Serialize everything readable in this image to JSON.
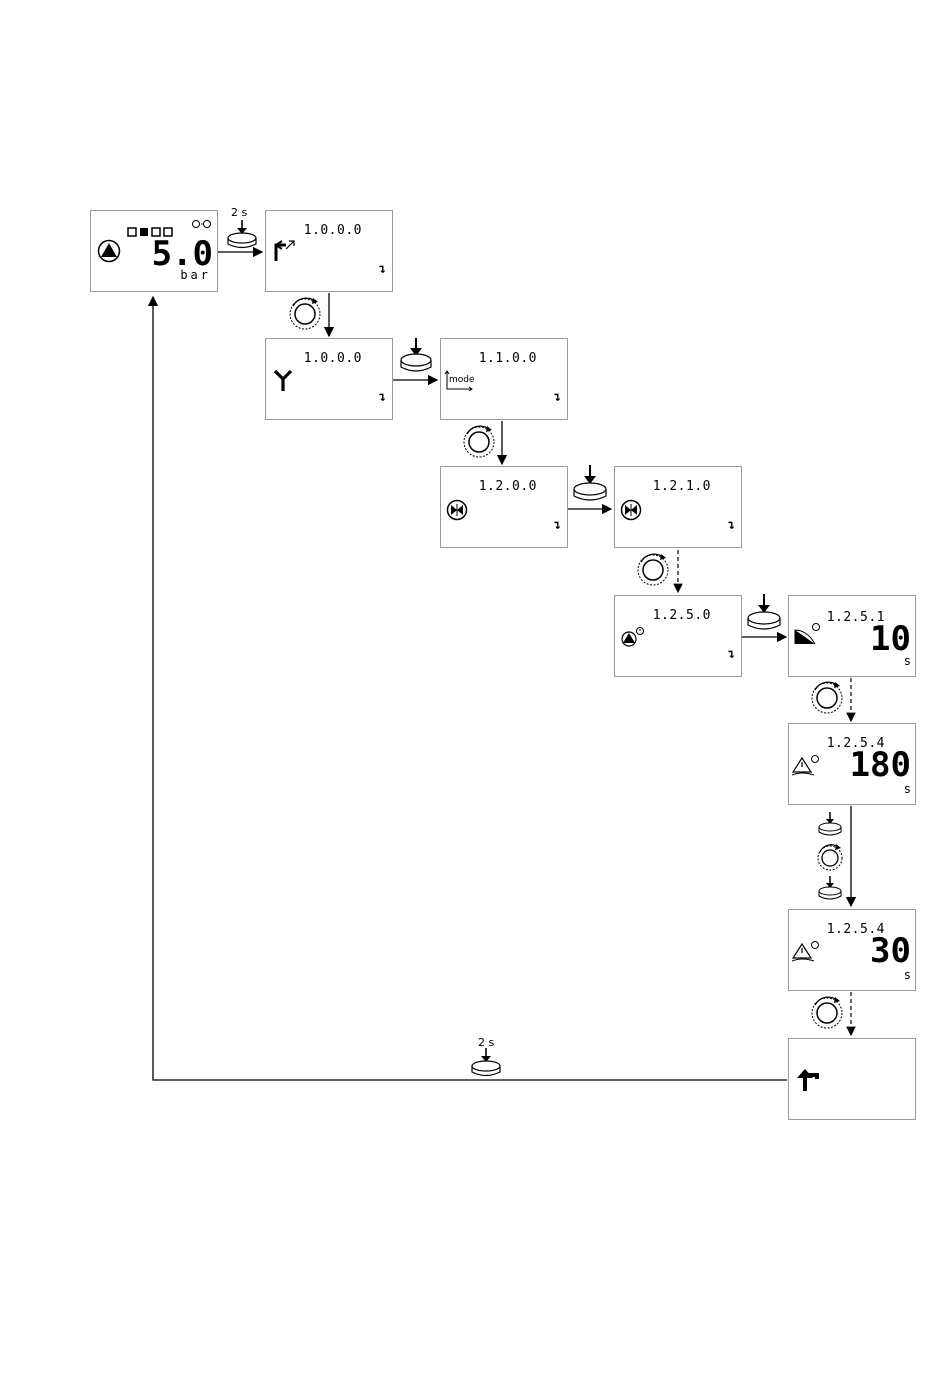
{
  "screens": {
    "s0": {
      "value": "5.0",
      "unit": "bar"
    },
    "s1": {
      "code": "1.0.0.0"
    },
    "s2": {
      "code": "1.0.0.0"
    },
    "s3": {
      "code": "1.1.0.0",
      "mode_label": "mode"
    },
    "s4": {
      "code": "1.2.0.0"
    },
    "s5": {
      "code": "1.2.1.0"
    },
    "s6": {
      "code": "1.2.5.0"
    },
    "s7": {
      "code": "1.2.5.1",
      "value": "10",
      "unit": "s"
    },
    "s8": {
      "code": "1.2.5.4",
      "value": "180",
      "unit": "s"
    },
    "s9": {
      "code": "1.2.5.4",
      "value": "30",
      "unit": "s"
    },
    "s10": {}
  },
  "press_hold_label_top": "2 s",
  "press_hold_label_bottom": "2 s",
  "icons": [
    "pump-icon",
    "menu-exit-icon",
    "branch-icon",
    "mode-graph-icon",
    "bypass-icon",
    "pump-timer-icon",
    "ramp-timer-icon",
    "warning-timer-icon",
    "return-arrow-icon",
    "push-button-icon",
    "rotary-knob-icon"
  ]
}
